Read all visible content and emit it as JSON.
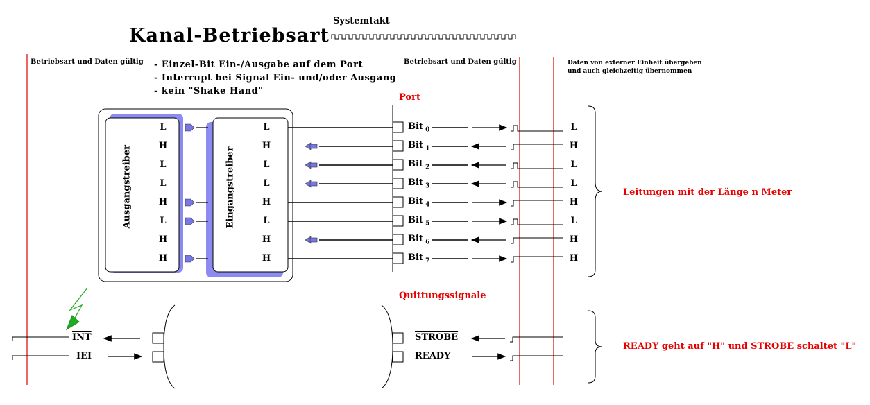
{
  "title": "Kanal-Betriebsart",
  "clock_label": "Systemtakt",
  "left_header": "Betriebsart und Daten gültig",
  "mid_header": "Betriebsart und Daten gültig",
  "right_header": {
    "line1": "Daten von externer Einheit übergeben",
    "line2": "und auch gleichzeitig übernommen"
  },
  "features": [
    "- Einzel-Bit Ein-/Ausgabe auf dem Port",
    "- Interrupt bei Signal Ein- und/oder Ausgang",
    "- kein \"Shake Hand\""
  ],
  "port_label": "Port",
  "output_driver_label": "Ausgangstreiber",
  "input_driver_label": "Eingangstreiber",
  "bit_label": "Bit",
  "bits": [
    {
      "n": "0",
      "out": "L",
      "in": "L",
      "ext": "L",
      "dir": "out"
    },
    {
      "n": "1",
      "out": "H",
      "in": "H",
      "ext": "H",
      "dir": "in"
    },
    {
      "n": "2",
      "out": "L",
      "in": "L",
      "ext": "L",
      "dir": "in"
    },
    {
      "n": "3",
      "out": "L",
      "in": "L",
      "ext": "L",
      "dir": "in"
    },
    {
      "n": "4",
      "out": "H",
      "in": "H",
      "ext": "H",
      "dir": "out"
    },
    {
      "n": "5",
      "out": "L",
      "in": "L",
      "ext": "L",
      "dir": "out"
    },
    {
      "n": "6",
      "out": "H",
      "in": "H",
      "ext": "H",
      "dir": "in"
    },
    {
      "n": "7",
      "out": "H",
      "in": "H",
      "ext": "H",
      "dir": "out"
    }
  ],
  "lines_note": "Leitungen mit der Länge n Meter",
  "handshake_label": "Quittungssignale",
  "int_label": "INT",
  "iei_label": "IEI",
  "strobe_label": "STROBE",
  "ready_label": "READY",
  "ready_note": "READY geht auf \"H\" und STROBE schaltet \"L\"",
  "colors": {
    "accent_red": "#e60000",
    "driver_blue": "#8c8cf0",
    "arrow_blue": "#7777e6",
    "lightning_green": "#22aa22"
  }
}
